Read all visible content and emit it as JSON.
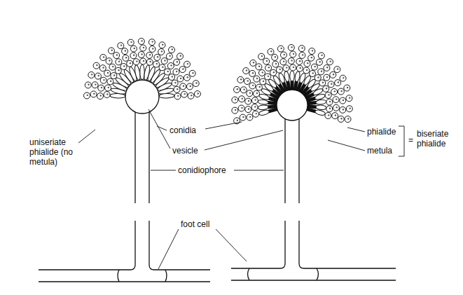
{
  "diagram": {
    "labels": [
      "conidia",
      "uniseriate phialide (no metula)",
      "vesicle",
      "conidiophore",
      "phialide",
      "metula",
      "=",
      "biseriate phialide",
      "foot cell"
    ]
  }
}
